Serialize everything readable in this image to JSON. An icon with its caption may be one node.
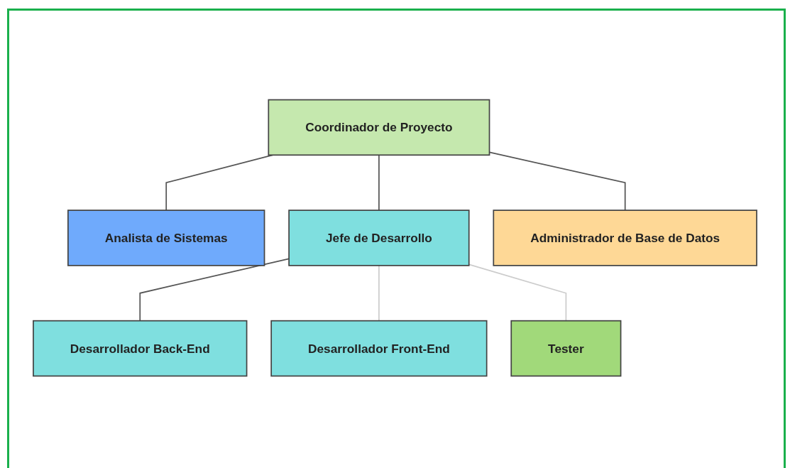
{
  "diagram": {
    "nodes": [
      {
        "text": [
          "Coordinador de Proyecto"
        ]
      },
      {
        "text": [
          "Analista de Sistemas"
        ]
      },
      {
        "text": [
          "Jefe de Desarrollo"
        ]
      },
      {
        "text": [
          "Administrador de Base de Datos"
        ]
      },
      {
        "text": [
          "Desarrollador Back-End"
        ]
      },
      {
        "text": [
          "Desarrollador Front-End"
        ]
      },
      {
        "text": [
          "Tester"
        ]
      }
    ],
    "edges": [
      {
        "from": 0,
        "to": 1,
        "arrow": "none"
      },
      {
        "from": 0,
        "to": 2,
        "arrow": "none"
      },
      {
        "from": 0,
        "to": 3,
        "arrow": "none"
      },
      {
        "from": 2,
        "to": 4,
        "arrow": "none"
      },
      {
        "from": 2,
        "to": 5,
        "arrow": "none",
        "color": "#cccccc"
      },
      {
        "from": 2,
        "to": 6,
        "arrow": "none",
        "color": "#cccccc"
      }
    ]
  }
}
